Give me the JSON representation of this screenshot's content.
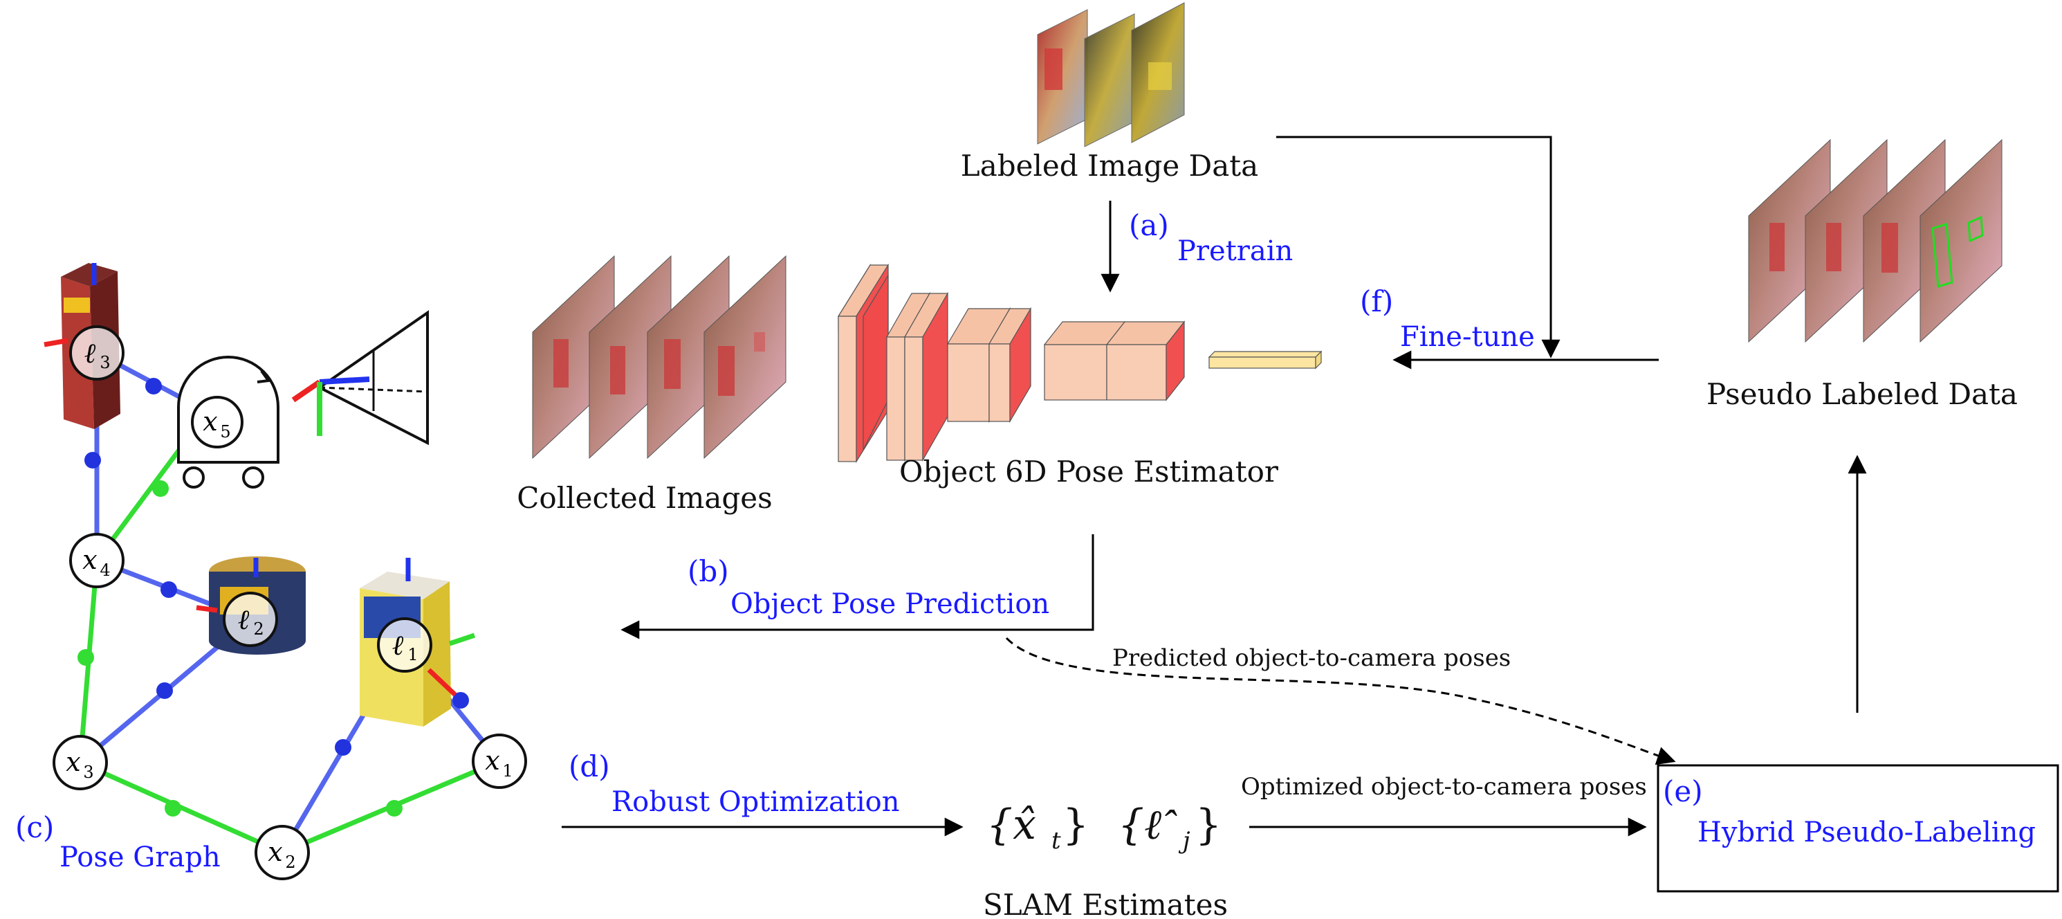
{
  "labels": {
    "labeled_image_data": "Labeled Image Data",
    "pretrain_tag": "(a)",
    "pretrain": "Pretrain",
    "collected_images": "Collected Images",
    "estimator": "Object 6D Pose Estimator",
    "finetune_tag": "(f)",
    "finetune": "Fine-tune",
    "pseudo_labeled_data": "Pseudo Labeled Data",
    "pose_prediction_tag": "(b)",
    "pose_prediction": "Object Pose Prediction",
    "predicted_poses": "Predicted object-to-camera poses",
    "optimized_poses": "Optimized object-to-camera poses",
    "robust_tag": "(d)",
    "robust": "Robust Optimization",
    "slam_x": "{x̂",
    "slam_x_sub": "t",
    "slam_l": "{ℓ̂",
    "slam_l_sub": "j",
    "slam_estimates": "SLAM Estimates",
    "hybrid_tag": "(e)",
    "hybrid": "Hybrid Pseudo-Labeling",
    "pose_graph_tag": "(c)",
    "pose_graph": "Pose Graph"
  },
  "graph": {
    "nodes": {
      "x1": {
        "base": "x",
        "sub": "1"
      },
      "x2": {
        "base": "x",
        "sub": "2"
      },
      "x3": {
        "base": "x",
        "sub": "3"
      },
      "x4": {
        "base": "x",
        "sub": "4"
      },
      "x5": {
        "base": "x",
        "sub": "5"
      },
      "l1": {
        "base": "ℓ",
        "sub": "1"
      },
      "l2": {
        "base": "ℓ",
        "sub": "2"
      },
      "l3": {
        "base": "ℓ",
        "sub": "3"
      }
    }
  },
  "colors": {
    "accent_blue": "#1a1aff",
    "odometry_edge": "#33dd33",
    "landmark_edge": "#5566ee",
    "cnn_fill": "#f9ccb4",
    "cnn_red": "#f05050",
    "fc_layer": "#fbe5a0"
  }
}
